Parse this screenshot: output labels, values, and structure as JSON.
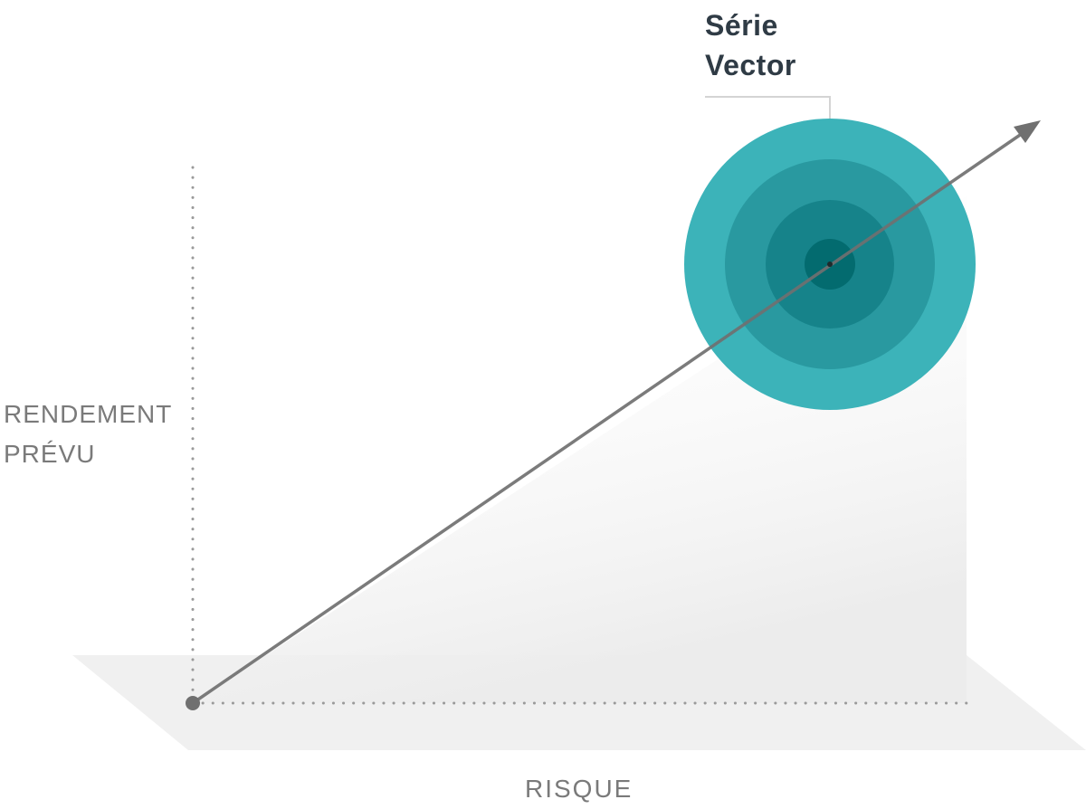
{
  "series": {
    "title_line1": "Série",
    "title_line2": "Vector"
  },
  "axes": {
    "y_label_line1": "RENDEMENT",
    "y_label_line2": "PRÉVU",
    "x_label": "RISQUE"
  },
  "colors": {
    "ring_outer": "#3cb3b9",
    "ring_2": "#2999a0",
    "ring_3": "#16838a",
    "ring_inner": "#036b6f",
    "arrow": "#707070",
    "axis_dots": "#9a9a9a",
    "title": "#2f3b45",
    "axis_text": "#7a7a7a",
    "floor": "#f0f0f0"
  },
  "icons": {
    "arrow_head": "arrow-head-icon",
    "origin": "origin-dot-icon"
  }
}
